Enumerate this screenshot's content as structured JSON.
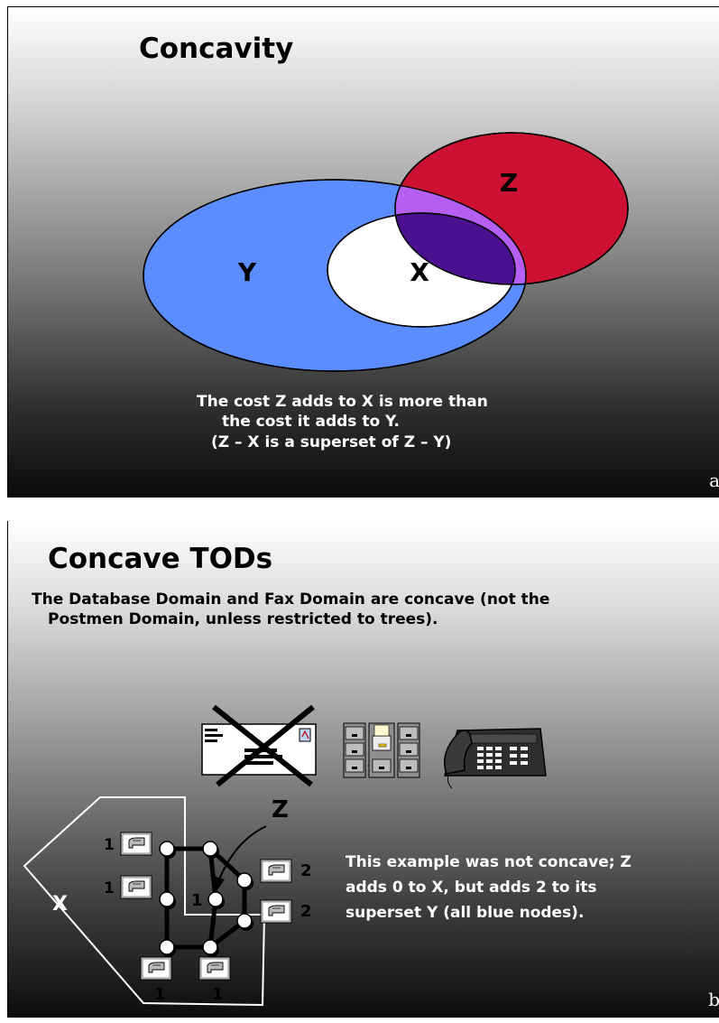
{
  "slide_a": {
    "title": "Concavity",
    "labels": {
      "y": "Y",
      "x": "X",
      "z": "Z"
    },
    "caption": [
      "The cost Z adds to X is more than",
      "the cost it adds to Y.",
      "(Z – X is a superset of Z – Y)"
    ],
    "corner": "a",
    "colors": {
      "y_set": "#5b8dff",
      "x_set": "#ffffff",
      "z_set": "#cc1133",
      "yz_overlap": "#b45ff2",
      "xz_overlap": "#4b1090"
    }
  },
  "slide_b": {
    "title": "Concave TODs",
    "intro": [
      "The Database Domain and Fax Domain are concave (not the",
      "Postmen Domain, unless restricted to trees)."
    ],
    "icons": [
      "envelope-icon",
      "filing-cabinet-icon",
      "telephone-icon"
    ],
    "graph": {
      "region_label": "X",
      "arrow_label": "Z",
      "center_label": "1",
      "left_labels": [
        "1",
        "1"
      ],
      "right_labels": [
        "2",
        "2"
      ],
      "bottom_labels": [
        "1",
        "1"
      ]
    },
    "example_text": [
      "This example was not concave; Z",
      "adds 0 to X, but adds 2 to its",
      "superset Y (all blue nodes)."
    ],
    "corner": "b"
  }
}
